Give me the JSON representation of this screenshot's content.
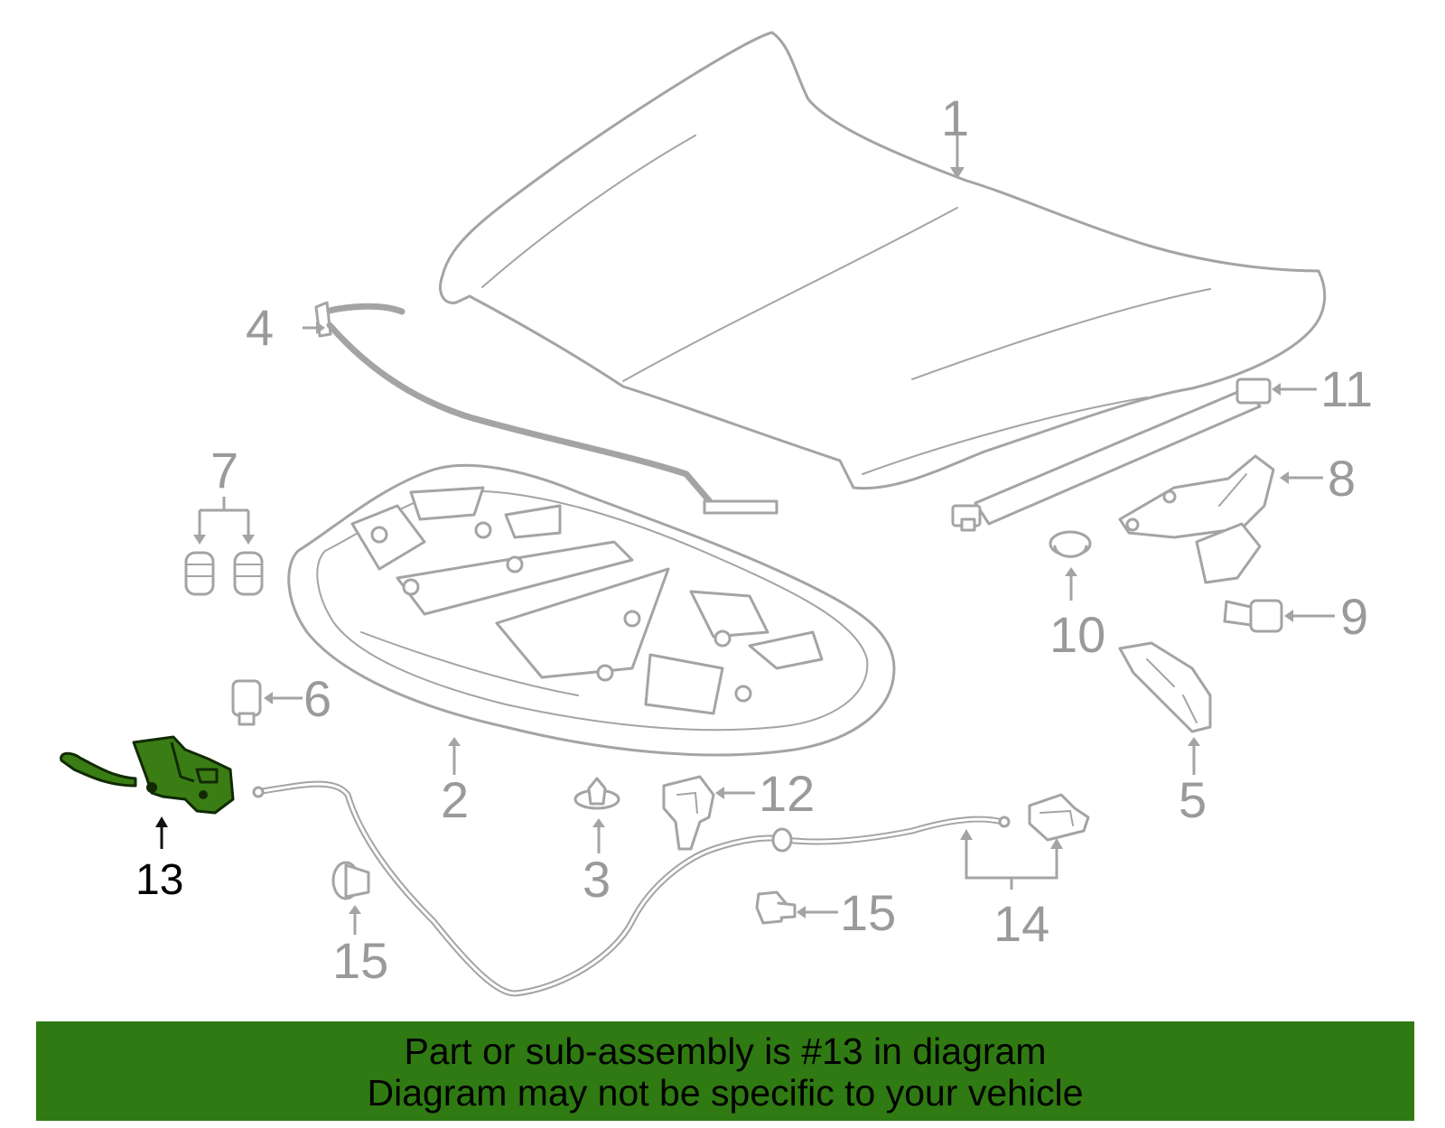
{
  "callouts": {
    "c1": "1",
    "c2": "2",
    "c3": "3",
    "c4": "4",
    "c5": "5",
    "c6": "6",
    "c7": "7",
    "c8": "8",
    "c9": "9",
    "c10": "10",
    "c11": "11",
    "c12": "12",
    "c13": "13",
    "c14": "14",
    "c15a": "15",
    "c15b": "15"
  },
  "highlight": {
    "part_number": "13",
    "color": "#2f7a12"
  },
  "banner": {
    "line1": "Part or sub-assembly is #13 in diagram",
    "line2": "Diagram may not be specific to your vehicle",
    "background": "#2f7a12"
  }
}
